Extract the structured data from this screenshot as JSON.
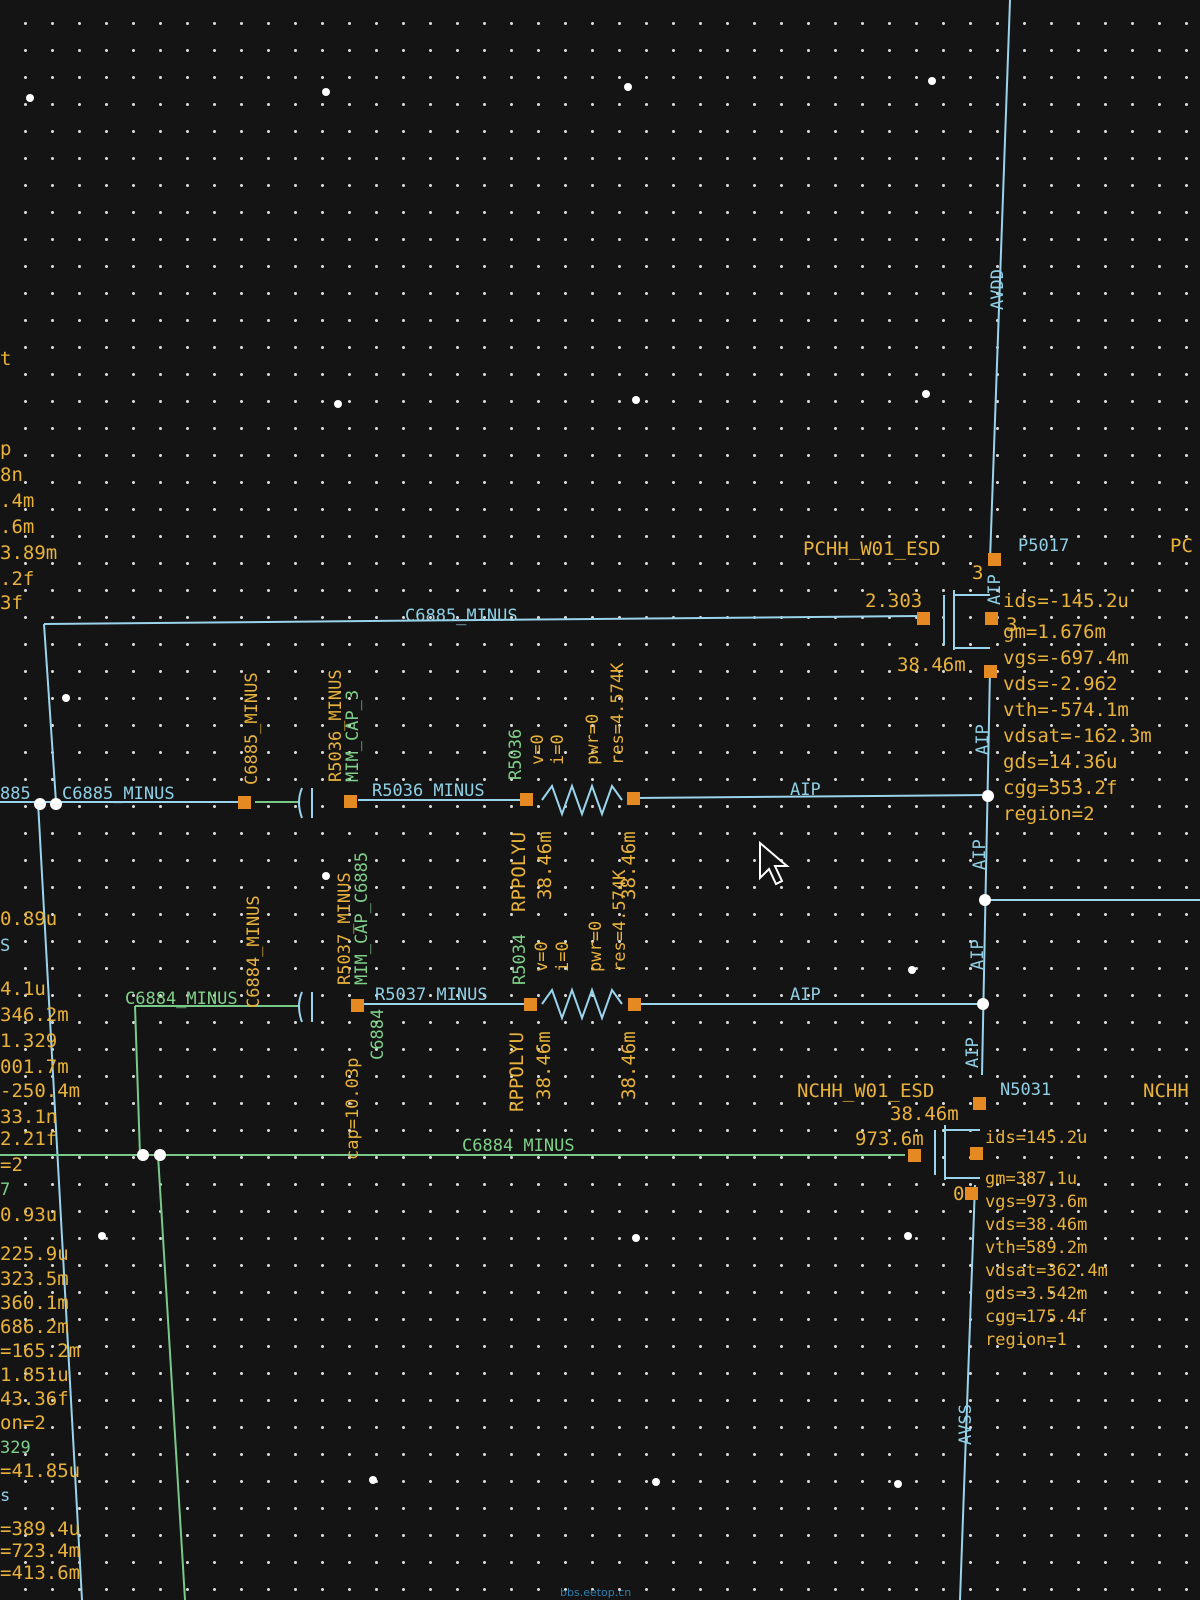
{
  "nets": {
    "avdd": "AVDD",
    "avss": "AVSS",
    "aip_1": "AIP",
    "aip_2": "AIP",
    "aip_3": "AIP",
    "aip_4": "AIP",
    "aip_5": "AIP",
    "aip_6": "AIP",
    "c6885_minus_top": "C6885_MINUS",
    "c6885_minus_left": "C6885_MINUS",
    "c6885_minus_cap": "C6885_MINUS",
    "r5036_net": "R5036_MINUS",
    "r5036_minus_v": "R5036_MINUS",
    "mim_cap_3": "MIM_CAP_3",
    "c6884_minus_left": "C6884_MINUS",
    "c6884_minus_cap": "C6884_MINUS",
    "c6884_minus_bottom": "C6884_MINUS",
    "r5037_net": "R5037_MINUS",
    "r5037_minus_v": "R5037_MINUS",
    "mim_cap_c6885": "MIM_CAP_C6885",
    "left_net": "885"
  },
  "pmos": {
    "model": "PCHH_W01_ESD",
    "inst": "P5017",
    "inst_right": "PC",
    "gate_v": "2.303",
    "src_v": "38.46m",
    "pin3a": "3",
    "pin3b": "3",
    "params": [
      "ids=-145.2u",
      "gm=1.676m",
      "vgs=-697.4m",
      "vds=-2.962",
      "vth=-574.1m",
      "vdsat=-162.3m",
      "gds=14.36u",
      "cgg=353.2f",
      "region=2"
    ]
  },
  "nmos": {
    "model": "NCHH_W01_ESD",
    "inst": "N5031",
    "inst_right": "NCHH",
    "drain_v": "38.46m",
    "gate_v": "973.6m",
    "pin0": "0",
    "params": [
      "ids=145.2u",
      "gm=387.1u",
      "vgs=973.6m",
      "vds=38.46m",
      "vth=589.2m",
      "vdsat=362.4m",
      "gds=3.542m",
      "cgg=175.4f",
      "region=1"
    ]
  },
  "r5036": {
    "name": "R5036",
    "v": "v=0",
    "i": "i=0",
    "pwr": "pwr=0",
    "res": "res=4.574K",
    "model": "RPPOLYU",
    "v1": "38.46m",
    "v2": "38.46m"
  },
  "r5034": {
    "name": "R5034",
    "v": "v=0",
    "i": "i=0",
    "pwr": "pwr=0",
    "res": "res=4.574K",
    "model": "RPPOLYU",
    "v1": "38.46m",
    "v2": "38.46m"
  },
  "c6884": {
    "name": "C6884",
    "cap": "cap=10.03p"
  },
  "left_params": [
    "t",
    "p",
    "8n",
    ".4m",
    ".6m",
    "3.89m",
    ".2f",
    "3f",
    "0.89u",
    "S",
    "4.1u",
    "346.2m",
    "1.329",
    "001.7m",
    "-250.4m",
    "33.1n",
    "2.21f",
    "=2",
    "7",
    "0.93u",
    "225.9u",
    "323.5m",
    "360.1m",
    "686.2m",
    "=165.2m",
    "1.851u",
    "43.36f",
    "on=2",
    "329",
    "=41.85u",
    "s",
    "=389.4u",
    "=723.4m",
    "=413.6m"
  ],
  "watermark": "bbs.eetop.cn"
}
